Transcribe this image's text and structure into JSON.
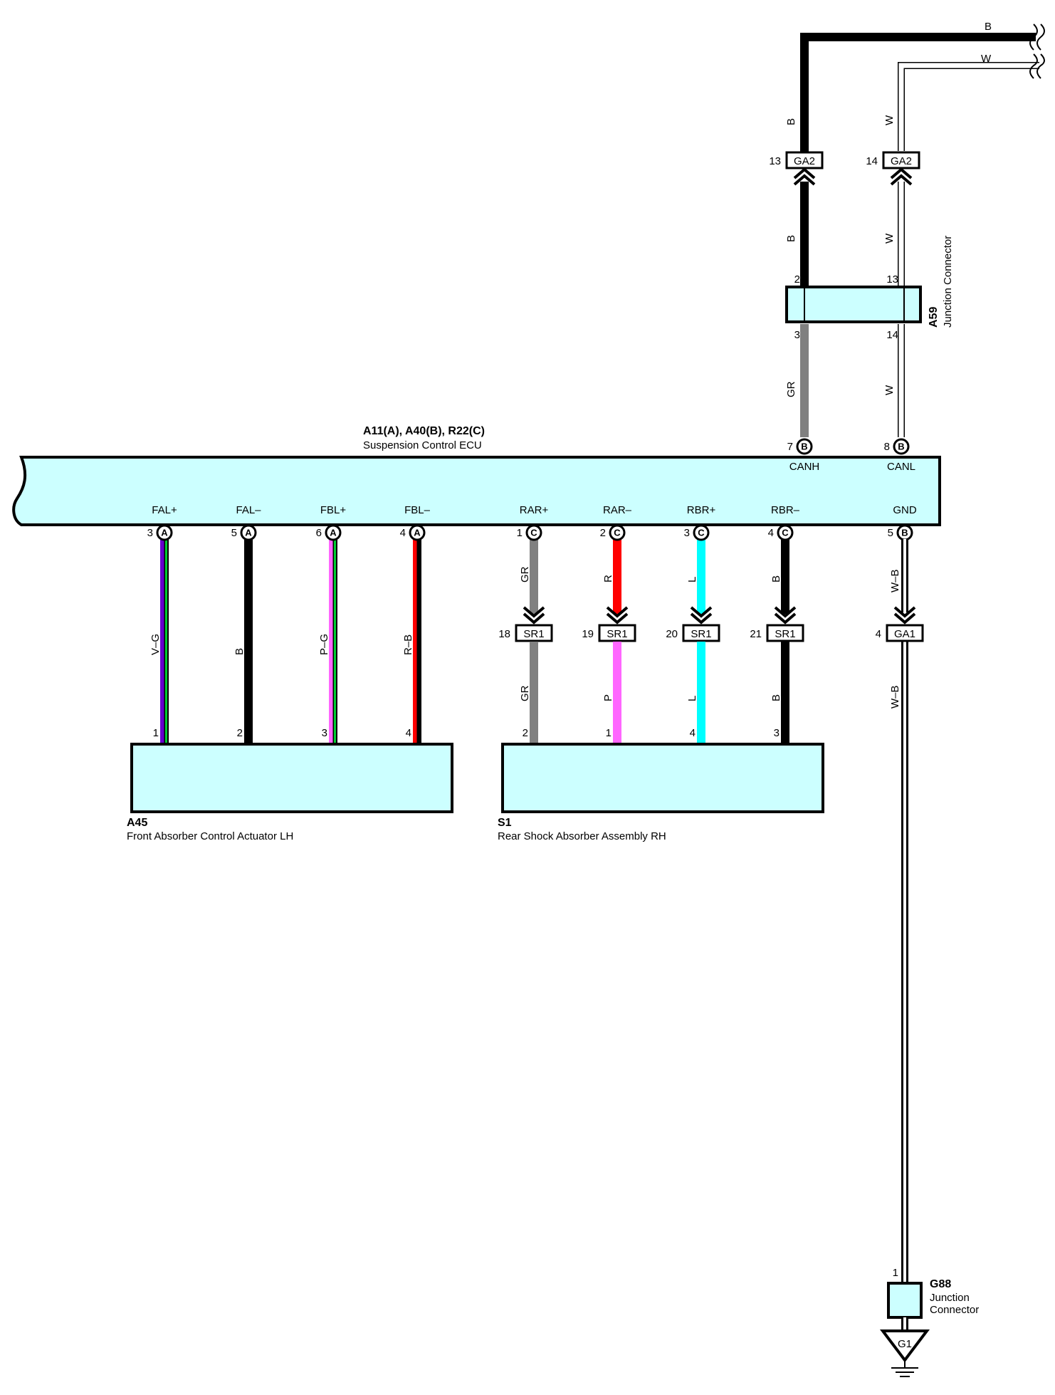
{
  "colors": {
    "body_fill": "#ccffff",
    "B": "#000000",
    "W": "#ffffff",
    "GR": "#808080",
    "R": "#ff0000",
    "P": "#ff66ff",
    "L": "#00ffff",
    "V": "#6600cc",
    "G": "#00cc33"
  },
  "ecu": {
    "title": "A11(A), A40(B), R22(C)",
    "name": "Suspension Control ECU",
    "top_terms": [
      {
        "id": "canh",
        "pin": "7",
        "conn": "B",
        "name": "CANH"
      },
      {
        "id": "canl",
        "pin": "8",
        "conn": "B",
        "name": "CANL"
      }
    ],
    "bottom_terms": [
      {
        "id": "fal-plus",
        "pin": "3",
        "conn": "A",
        "name": "FAL+"
      },
      {
        "id": "fal-minus",
        "pin": "5",
        "conn": "A",
        "name": "FAL–"
      },
      {
        "id": "fbl-plus",
        "pin": "6",
        "conn": "A",
        "name": "FBL+"
      },
      {
        "id": "fbl-minus",
        "pin": "4",
        "conn": "A",
        "name": "FBL–"
      },
      {
        "id": "rar-plus",
        "pin": "1",
        "conn": "C",
        "name": "RAR+"
      },
      {
        "id": "rar-minus",
        "pin": "2",
        "conn": "C",
        "name": "RAR–"
      },
      {
        "id": "rbr-plus",
        "pin": "3",
        "conn": "C",
        "name": "RBR+"
      },
      {
        "id": "rbr-minus",
        "pin": "4",
        "conn": "C",
        "name": "RBR–"
      },
      {
        "id": "gnd",
        "pin": "5",
        "conn": "B",
        "name": "GND"
      }
    ]
  },
  "front_wires": [
    {
      "upper": "V–G",
      "pin": "1",
      "name": "FAL+"
    },
    {
      "upper": "B",
      "pin": "2",
      "name": "FAL–"
    },
    {
      "upper": "P–G",
      "pin": "3",
      "name": "FBL+"
    },
    {
      "upper": "R–B",
      "pin": "4",
      "name": "FBL–"
    }
  ],
  "rear_wires": [
    {
      "upper": "GR",
      "splice_num": "18",
      "splice": "SR1",
      "lower": "GR",
      "pin": "2",
      "name": "RAR+"
    },
    {
      "upper": "R",
      "splice_num": "19",
      "splice": "SR1",
      "lower": "P",
      "pin": "1",
      "name": "RAR–"
    },
    {
      "upper": "L",
      "splice_num": "20",
      "splice": "SR1",
      "lower": "L",
      "pin": "4",
      "name": "RBR+"
    },
    {
      "upper": "B",
      "splice_num": "21",
      "splice": "SR1",
      "lower": "B",
      "pin": "3",
      "name": "RBR–"
    }
  ],
  "a45": {
    "code": "A45",
    "name": "Front Absorber Control Actuator LH"
  },
  "s1": {
    "code": "S1",
    "name": "Rear Shock Absorber Assembly RH"
  },
  "a59": {
    "code": "A59",
    "name": "Junction Connector",
    "left_in": "2",
    "left_out": "3",
    "right_in": "13",
    "right_out": "14"
  },
  "can_h": {
    "top_label": "B",
    "wire1": "B",
    "connector": "GA2",
    "connector_pin": "13",
    "wire2": "B",
    "wire3": "GR"
  },
  "can_l": {
    "top_label": "W",
    "wire1": "W",
    "connector": "GA2",
    "connector_pin": "14",
    "wire2": "W",
    "wire3": "W"
  },
  "gnd": {
    "wire1": "W–B",
    "connector": "GA1",
    "connector_pin": "4",
    "wire2": "W–B",
    "g88_pin": "1",
    "ground": "G1"
  },
  "g88": {
    "code": "G88",
    "name_line1": "Junction",
    "name_line2": "Connector"
  }
}
